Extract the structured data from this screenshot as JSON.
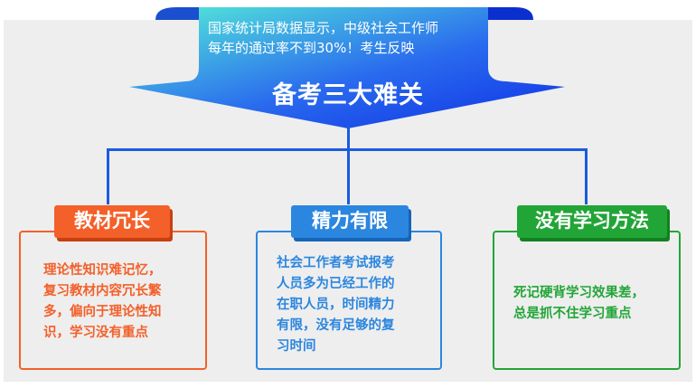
{
  "banner": {
    "line1": "国家统计局数据显示，中级社会工作师",
    "line2": "每年的通过率不到30%！考生反映",
    "title": "备考三大难关"
  },
  "cards": [
    {
      "title": "教材冗长",
      "lines": [
        "理论性知识难记忆，",
        "复习教材内容冗长繁",
        "多，偏向于理论性知",
        "识，学习没有重点"
      ]
    },
    {
      "title": "精力有限",
      "lines": [
        "社会工作者考试报考",
        "人员多为已经工作的",
        "在职人员，时间精力",
        "有限，没有足够的复",
        "习时间"
      ]
    },
    {
      "title": "没有学习方法",
      "lines": [
        "死记硬背学习效果差，",
        "总是抓不住学习重点"
      ]
    }
  ],
  "colors": {
    "orange": "#f3602a",
    "blue": "#2b86df",
    "green": "#22a537",
    "banner_start": "#55f0d8",
    "banner_end": "#1136e8"
  }
}
